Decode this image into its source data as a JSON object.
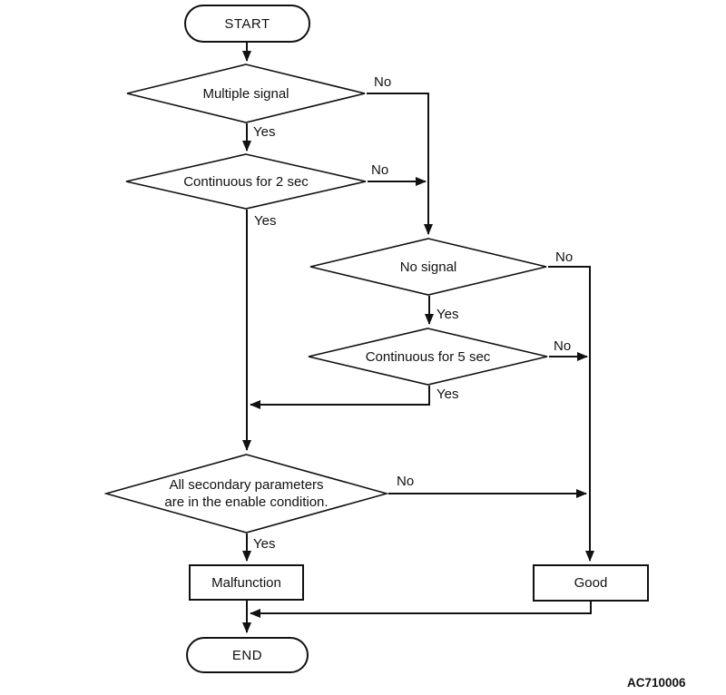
{
  "figure_code": "AC710006",
  "colors": {
    "line": "#111111",
    "background": "#ffffff",
    "text": "#111111"
  },
  "nodes": {
    "start": {
      "label": "START"
    },
    "multiple_signal": {
      "label": "Multiple signal"
    },
    "continuous_2sec": {
      "label": "Continuous for 2 sec"
    },
    "no_signal": {
      "label": "No signal"
    },
    "continuous_5sec": {
      "label": "Continuous for 5 sec"
    },
    "secondary_parameters": {
      "label_line1": "All secondary parameters",
      "label_line2": "are in the enable condition."
    },
    "malfunction": {
      "label": "Malfunction"
    },
    "good": {
      "label": "Good"
    },
    "end": {
      "label": "END"
    }
  },
  "edge_labels": {
    "multiple_signal_no": "No",
    "multiple_signal_yes": "Yes",
    "continuous_2sec_no": "No",
    "continuous_2sec_yes": "Yes",
    "no_signal_no": "No",
    "no_signal_yes": "Yes",
    "continuous_5sec_no": "No",
    "continuous_5sec_yes": "Yes",
    "secondary_parameters_no": "No",
    "secondary_parameters_yes": "Yes"
  }
}
